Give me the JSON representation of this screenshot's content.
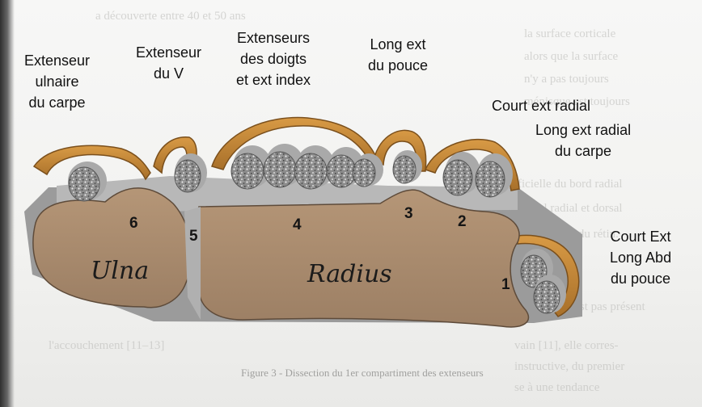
{
  "bleed_through_text": [
    "a découverte entre 40 et 50 ans",
    "la surface corticale",
    "alors que la surface",
    "n'y a pas toujours",
    "ménisque est toujours",
    "ficielle du bord radial",
    "dorsal radial et dorsal",
    "superficie du rétin.",
    "n'est pas présent",
    "l'accouchement [11–13]",
    "vain [11], elle corres-",
    "instructive, du premier",
    "se à une tendance"
  ],
  "compartment_labels": {
    "extenseur_ulnaire": "Extenseur\nulnaire\ndu carpe",
    "extenseur_v": "Extenseur\ndu V",
    "extenseurs_doigts": "Extenseurs\ndes doigts\net ext index",
    "long_ext_pouce": "Long ext\ndu pouce",
    "court_ext_radial": "Court ext radial",
    "long_ext_radial": "Long ext radial\ndu carpe",
    "court_ext_long_abd": "Court Ext\nLong Abd\ndu pouce"
  },
  "compartment_numbers": [
    "1",
    "2",
    "3",
    "4",
    "5",
    "6"
  ],
  "bones": {
    "ulna": "Ulna",
    "radius": "Radius"
  },
  "caption": "Figure 3 - Dissection du 1er compartiment des extenseurs",
  "colors": {
    "bone": "#a98a6e",
    "bone_edge": "#5e4b3a",
    "retinaculum": "#c98b3a",
    "retinaculum_dark": "#7a4f1c",
    "tendon": "#8f8f8f",
    "tendon_cap": "#d2d2d0"
  }
}
